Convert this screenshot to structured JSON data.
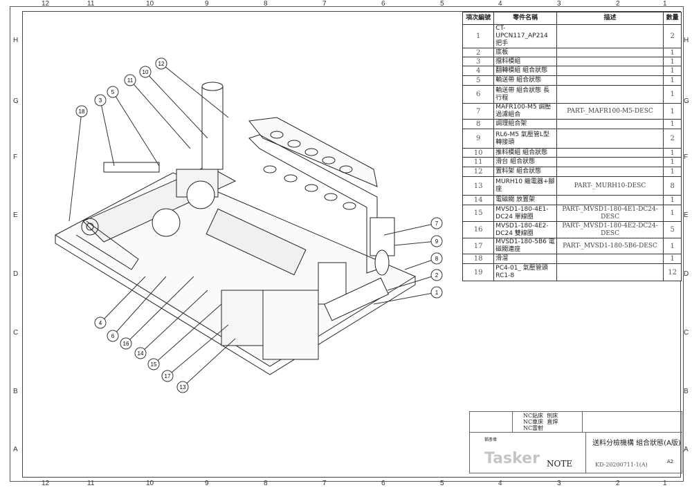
{
  "zones": {
    "columns": [
      "12",
      "11",
      "10",
      "9",
      "8",
      "7",
      "6",
      "5",
      "4",
      "3",
      "2",
      "1"
    ],
    "rows": [
      "H",
      "G",
      "F",
      "E",
      "D",
      "C",
      "B",
      "A"
    ]
  },
  "bom": {
    "headers": [
      "項次編號",
      "零件名稱",
      "描述",
      "數量"
    ],
    "rows": [
      {
        "no": "1",
        "name": "CT-UPCN117_AP214 把手",
        "desc": "",
        "qty": "2"
      },
      {
        "no": "2",
        "name": "底板",
        "desc": "",
        "qty": "1"
      },
      {
        "no": "3",
        "name": "擋料模組",
        "desc": "",
        "qty": "1"
      },
      {
        "no": "4",
        "name": "翻轉模組 組合狀態",
        "desc": "",
        "qty": "1"
      },
      {
        "no": "5",
        "name": "輸送帶 組合狀態",
        "desc": "",
        "qty": "1"
      },
      {
        "no": "6",
        "name": "輸送帶 組合狀態 長行程",
        "desc": "",
        "qty": "1"
      },
      {
        "no": "7",
        "name": "MAFR100-M5 調壓過濾組合",
        "desc": "PART-_MAFR100-M5-DESC",
        "qty": "1"
      },
      {
        "no": "8",
        "name": "調理組合架",
        "desc": "",
        "qty": "1"
      },
      {
        "no": "9",
        "name": "RL6-M5 氣壓管L型轉接頭",
        "desc": "",
        "qty": "2"
      },
      {
        "no": "10",
        "name": "推料模組 組合狀態",
        "desc": "",
        "qty": "1"
      },
      {
        "no": "11",
        "name": "滑台 組合狀態",
        "desc": "",
        "qty": "1"
      },
      {
        "no": "12",
        "name": "置料架 組合狀態",
        "desc": "",
        "qty": "1"
      },
      {
        "no": "13",
        "name": "MURH10 繼電器+腳座",
        "desc": "PART-_MURH10-DESC",
        "qty": "8"
      },
      {
        "no": "14",
        "name": "電磁閥 放置架",
        "desc": "",
        "qty": "1"
      },
      {
        "no": "15",
        "name": "MVSD1-180-4E1-DC24 單線圈",
        "desc": "PART-_MVSD1-180-4E1-DC24-DESC",
        "qty": "1"
      },
      {
        "no": "16",
        "name": "MVSD1-180-4E2-DC24 雙線圈",
        "desc": "PART-_MVSD1-180-4E2-DC24-DESC",
        "qty": "5"
      },
      {
        "no": "17",
        "name": "MVSD1-180-5B6 電磁閥連座",
        "desc": "PART-_MVSD1-180-5B6-DESC",
        "qty": "1"
      },
      {
        "no": "18",
        "name": "滑溜",
        "desc": "",
        "qty": "1"
      },
      {
        "no": "19",
        "name": "PC4-01_ 氣壓管頭 RC1-8",
        "desc": "",
        "qty": "12"
      }
    ]
  },
  "balloons": [
    "12",
    "10",
    "11",
    "5",
    "3",
    "18",
    "7",
    "9",
    "8",
    "2",
    "1",
    "4",
    "6",
    "16",
    "14",
    "15",
    "17",
    "13"
  ],
  "title_block": {
    "processes": [
      "NC鉆床",
      "刨床",
      "NC車床",
      "直焊",
      "NC雷射"
    ],
    "designer": "鄧彥偉",
    "note": "NOTE",
    "title": "送料分檢機構 組合狀態(A版)",
    "drawing_number": "KD-20200711-1(A)",
    "sheet_size": "A2"
  },
  "watermark": "Tasker"
}
